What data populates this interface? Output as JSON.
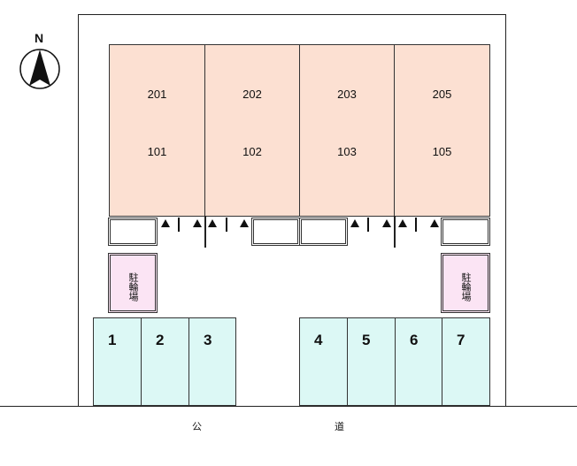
{
  "compass": {
    "letter": "N",
    "icon": "north-arrow-icon"
  },
  "units": [
    {
      "upper": "201",
      "lower": "101"
    },
    {
      "upper": "202",
      "lower": "102"
    },
    {
      "upper": "203",
      "lower": "103"
    },
    {
      "upper": "205",
      "lower": "105"
    }
  ],
  "bicycle_parking": {
    "left": "駐輪場",
    "right": "駐輪場"
  },
  "parking_spaces": [
    "1",
    "2",
    "3",
    "4",
    "5",
    "6",
    "7"
  ],
  "road": {
    "char1": "公",
    "char2": "道"
  },
  "colors": {
    "unit_fill": "#fce0d2",
    "bike_fill": "#fbe4f4",
    "parking_fill": "#dcf8f5"
  }
}
